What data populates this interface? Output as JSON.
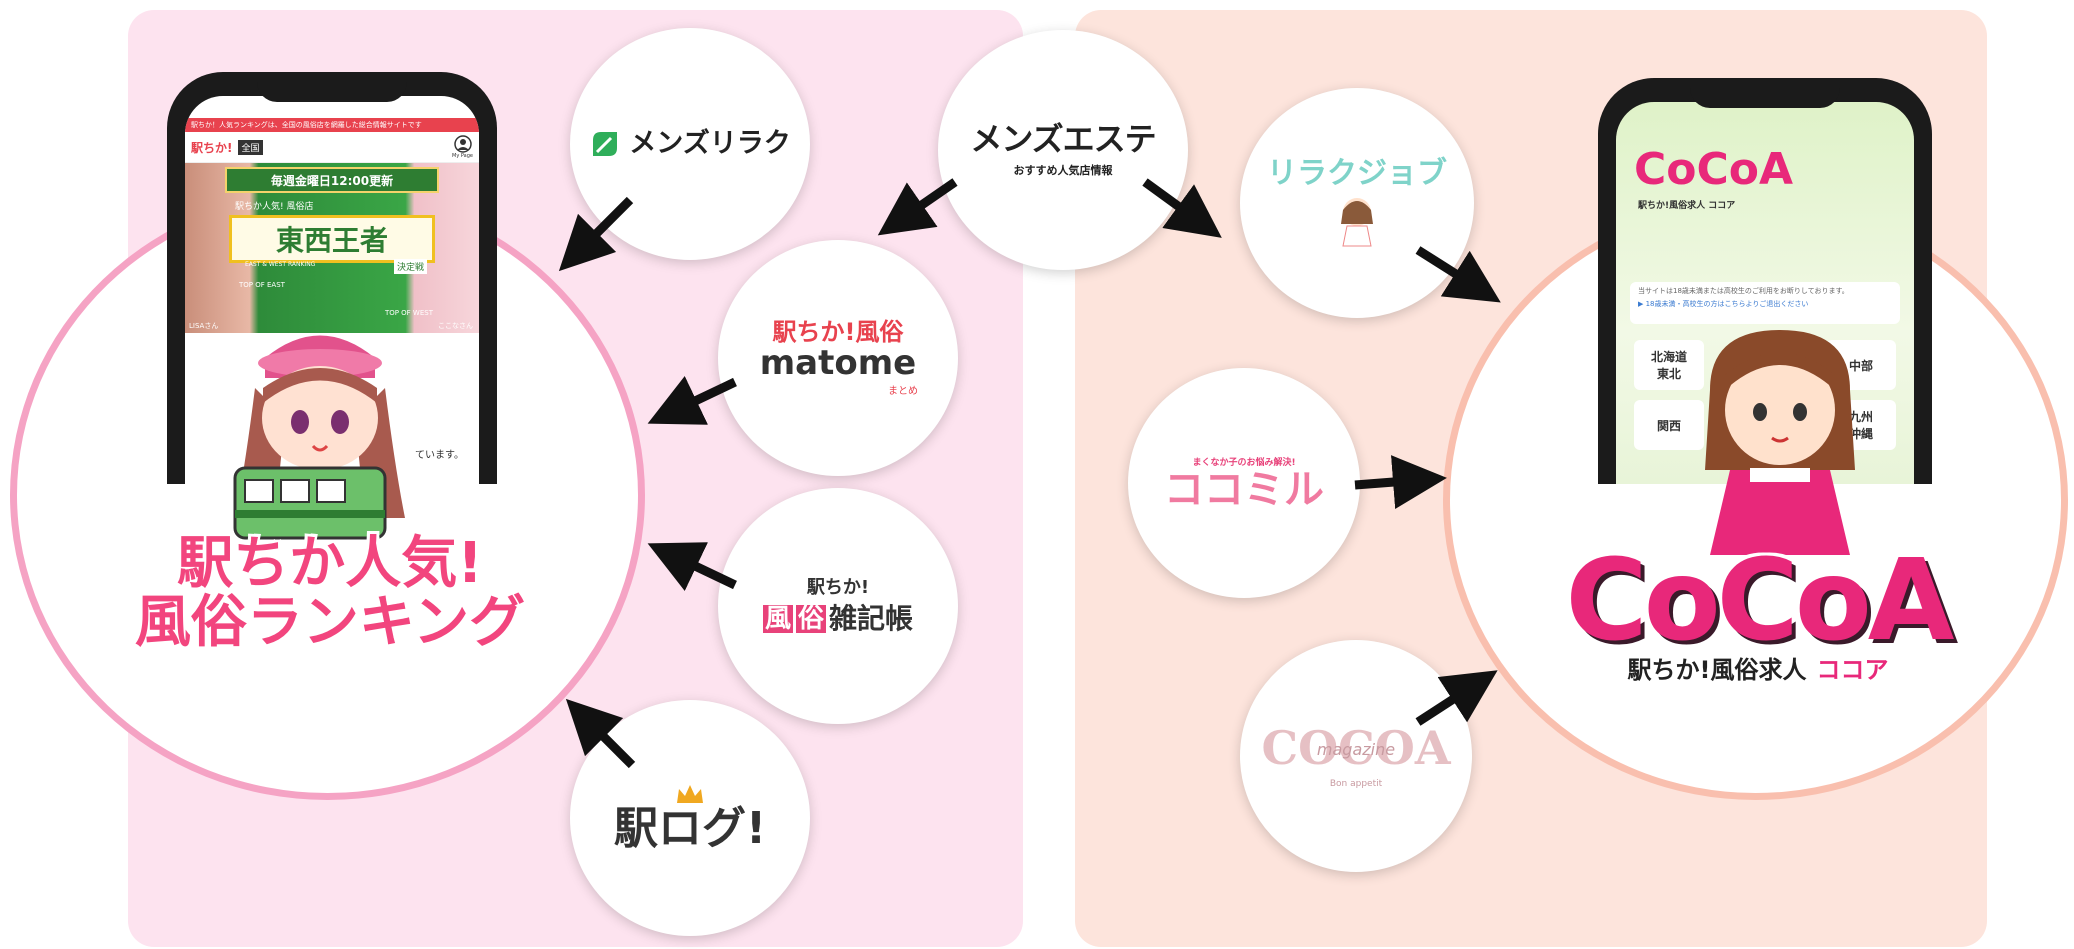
{
  "center_logo": {
    "title": "メンズエステ",
    "subtitle": "おすすめ人気店情報"
  },
  "left": {
    "logos": {
      "menzu": "メンズリラク",
      "matome_top": "駅ちか!風俗",
      "matome_main": "matome",
      "matome_sub": "まとめ",
      "zakki_top": "駅ちか!",
      "zakki_tag1": "風",
      "zakki_tag2": "俗",
      "zakki_main": "雑記帳",
      "ekilog": "駅ログ!"
    },
    "ranking_title_line1": "駅ちか人気!",
    "ranking_title_line2": "風俗ランキング",
    "phone": {
      "ticker": "駅ちか！人気ランキングは、全国の風俗店を網羅した総合情報サイトです",
      "brand": "駅ちか!",
      "region": "全国",
      "mypage": "My Page",
      "banner_top": "毎週金曜日12:00更新",
      "banner_small": "駅ちか人気! 風俗店",
      "banner_main": "東西王者",
      "banner_sub": "決定戦",
      "banner_en": "EAST & WEST RANKING",
      "banner_east": "TOP OF EAST",
      "banner_west": "TOP OF WEST",
      "name_left": "LISAさん",
      "name_right": "ここなさん",
      "body_text": "ています。"
    }
  },
  "right": {
    "logos": {
      "rirakujob": "リラクジョブ",
      "kokomiru_top": "まくなか子のお悩み解決!",
      "kokomiru": "ココミル",
      "magazine_main": "COCOA",
      "magazine_script": "magazine",
      "magazine_sub": "Bon appetit"
    },
    "cocoa_brand": "CoCoA",
    "cocoa_sub": "駅ちか!風俗求人",
    "cocoa_kana": "ココア",
    "phone": {
      "brand": "CoCoA",
      "brand_sub": "駅ちか!風俗求人 ココア",
      "notice": "当サイトは18歳未満または高校生のご利用をお断りしております。",
      "notice_link": "▶ 18歳未満・高校生の方はこちらよりご退出ください",
      "regions": [
        "北海道\n東北",
        "中部",
        "関西",
        "九州\n沖縄"
      ]
    }
  },
  "colors": {
    "pink_panel": "#fde3ef",
    "peach_panel": "#fde4dc",
    "accent_pink": "#f2457e",
    "cocoa_pink": "#e8287a"
  }
}
